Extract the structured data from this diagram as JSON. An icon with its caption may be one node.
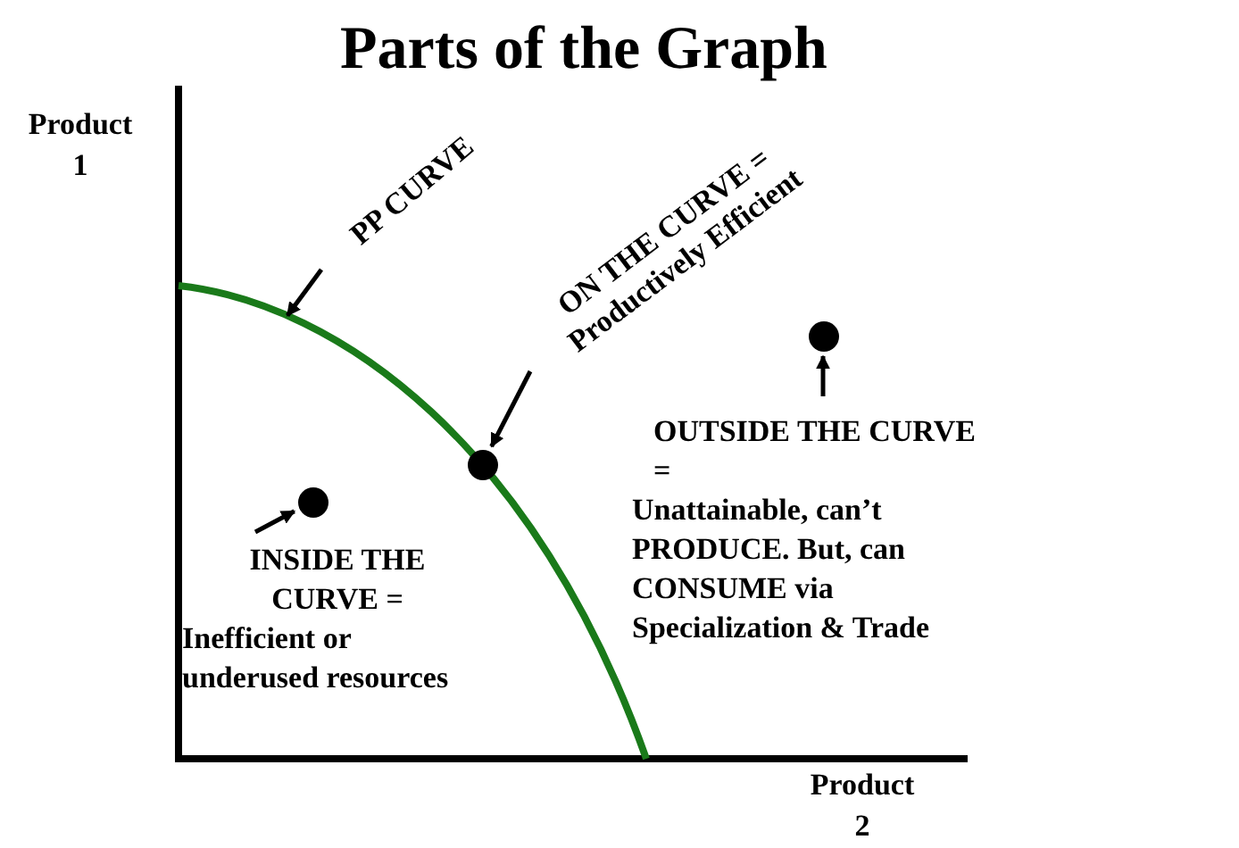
{
  "diagram": {
    "title": "Parts of the Graph",
    "nodes": [
      {
        "text": [
          "PP CURVE"
        ]
      },
      {
        "text": [
          "ON THE CURVE =",
          "Productively Efficient"
        ]
      },
      {
        "text": [],
        "shape": "circle"
      },
      {
        "text": [],
        "shape": "circle"
      },
      {
        "text": [
          "OUTSIDE THE CURVE =",
          "Unattainable, can’t PRODUCE. But, can CONSUME via Specialization & Trade"
        ]
      },
      {
        "text": [],
        "shape": "circle"
      },
      {
        "text": [
          "INSIDE THE CURVE =",
          "Inefficient or underused resources"
        ]
      }
    ],
    "edges": [
      {
        "from": 0,
        "to": null,
        "arrow": "to"
      },
      {
        "from": 1,
        "to": 2,
        "arrow": "to"
      },
      {
        "from": 4,
        "to": 3,
        "arrow": "to"
      },
      {
        "from": 6,
        "to": 5,
        "arrow": "to"
      }
    ],
    "labels": [
      "Product 1",
      "Product 2"
    ]
  }
}
